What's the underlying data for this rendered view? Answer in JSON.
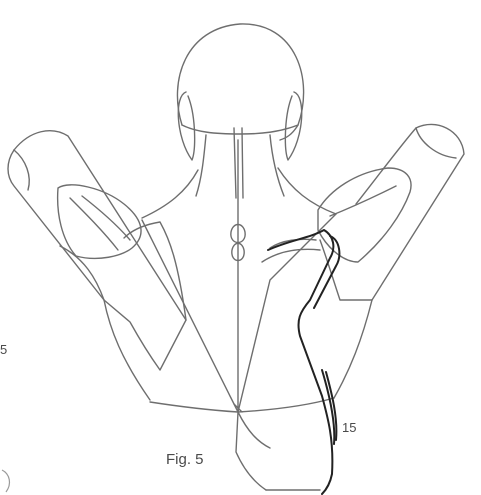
{
  "figure": {
    "caption": "Fig. 5",
    "callout_label": "15",
    "edge_label_left": "5",
    "subject_icon": "back-muscles-sketch-icon"
  },
  "colors": {
    "background": "#ffffff",
    "line": "#6e6e6e",
    "accent_line": "#222222",
    "text": "#4a4a4a"
  }
}
